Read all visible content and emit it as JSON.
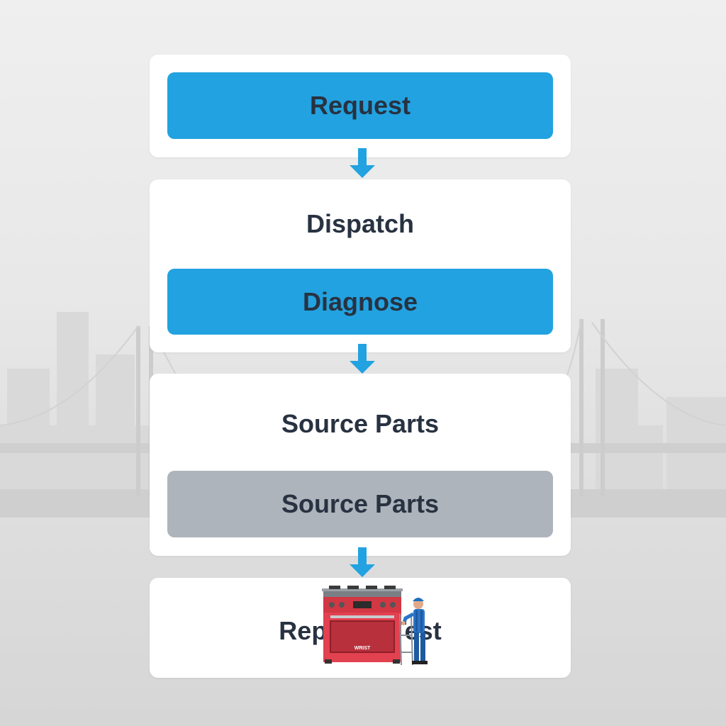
{
  "steps": {
    "request": "Request",
    "dispatch": "Dispatch",
    "diagnose": "Diagnose",
    "source_parts_title": "Source Parts",
    "source_parts_pill": "Source Parts",
    "repair_test": "Repair & Test"
  },
  "illustration": {
    "stove_brand": "WRIST"
  },
  "colors": {
    "active_pill": "#22a2e0",
    "inactive_pill": "#adb4bc",
    "arrow": "#22a2e0",
    "text": "#283241"
  }
}
